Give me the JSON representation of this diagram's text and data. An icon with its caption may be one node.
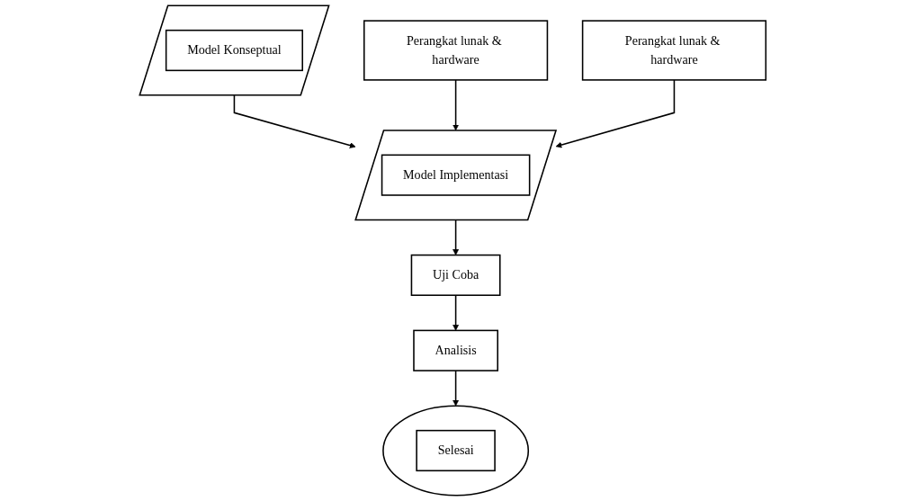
{
  "diagram": {
    "nodes": [
      {
        "text": [],
        "shape": "parallelogram"
      },
      {
        "text": [
          "Model Konseptual"
        ],
        "in": 0
      },
      {
        "text": [
          "Perangkat lunak & hardware"
        ]
      },
      {
        "text": [
          "Perangkat lunak & hardware"
        ]
      },
      {
        "text": [],
        "shape": "parallelogram"
      },
      {
        "text": [
          "Model Implementasi"
        ],
        "in": 4
      },
      {
        "text": [
          "Uji Coba"
        ]
      },
      {
        "text": [
          "Analisis"
        ]
      },
      {
        "text": [],
        "shape": "ellipse"
      },
      {
        "text": [
          "Selesai"
        ],
        "in": 8
      }
    ],
    "edges": [
      {
        "from": 0,
        "to": 4,
        "arrow": "to"
      },
      {
        "from": 2,
        "to": 4,
        "arrow": "to"
      },
      {
        "from": 3,
        "to": 4,
        "arrow": "to"
      },
      {
        "from": 4,
        "to": 6,
        "arrow": "to"
      },
      {
        "from": 6,
        "to": 7,
        "arrow": "to"
      },
      {
        "from": 7,
        "to": 8,
        "arrow": "to"
      }
    ]
  }
}
